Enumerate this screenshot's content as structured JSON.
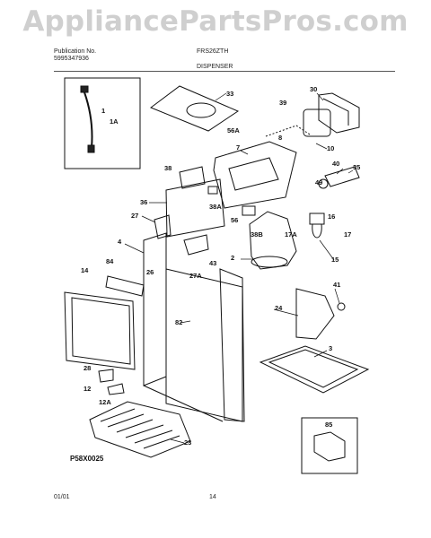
{
  "watermark": "AppliancePartsPros.com",
  "header": {
    "publication_label": "Publication No.",
    "publication_number": "5995347936",
    "model": "FRS26ZTH",
    "section": "DISPENSER"
  },
  "diagram_code": "P58X0025",
  "footer": {
    "date": "01/01",
    "page": "14"
  },
  "callouts": [
    "1",
    "1A",
    "33",
    "30",
    "39",
    "56A",
    "7",
    "8",
    "10",
    "40",
    "35",
    "49",
    "38",
    "36",
    "38A",
    "56",
    "16",
    "17",
    "27",
    "17A",
    "38B",
    "4",
    "43",
    "2",
    "15",
    "84",
    "26",
    "27A",
    "41",
    "14",
    "82",
    "24",
    "3",
    "28",
    "12",
    "12A",
    "23",
    "85"
  ]
}
